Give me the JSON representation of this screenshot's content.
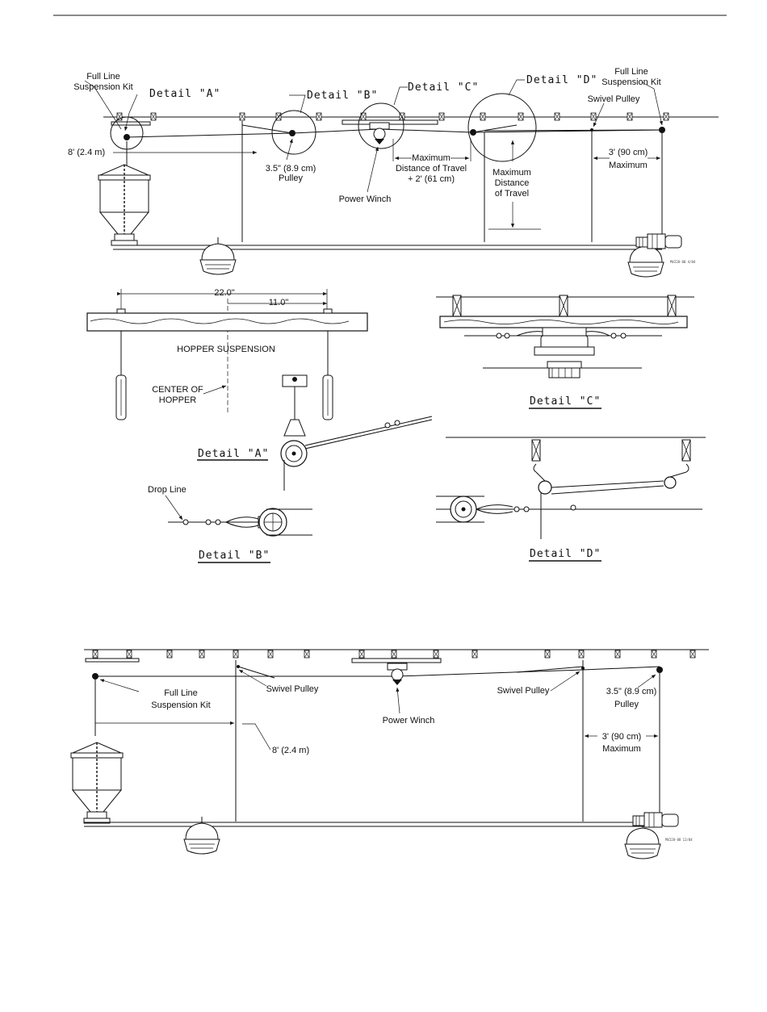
{
  "top_diagram": {
    "detail_a": "Detail \"A\"",
    "detail_b": "Detail \"B\"",
    "detail_c": "Detail \"C\"",
    "detail_d": "Detail \"D\"",
    "full_line_kit_left": [
      "Full Line",
      "Suspension Kit"
    ],
    "full_line_kit_right": [
      "Full Line",
      "Suspension Kit"
    ],
    "swivel_pulley": "Swivel Pulley",
    "dim_8ft": "8' (2.4 m)",
    "pulley_35": [
      "3.5\" (8.9 cm)",
      "Pulley"
    ],
    "power_winch": "Power Winch",
    "max_travel_plus": [
      "Maximum",
      "Distance of Travel",
      "+ 2' (61 cm)"
    ],
    "max_travel": [
      "Maximum",
      "Distance",
      "of Travel"
    ],
    "dim_3ft": [
      "3' (90 cm)",
      "Maximum"
    ],
    "stamp": "MV228-88 4/04"
  },
  "detail_a_view": {
    "dim_22": "22.0\"",
    "dim_11": "11.0\"",
    "hopper_suspension": "HOPPER SUSPENSION",
    "center_of_hopper": [
      "CENTER OF",
      "HOPPER"
    ],
    "title": "Detail \"A\""
  },
  "detail_b_view": {
    "drop_line": "Drop Line",
    "title": "Detail \"B\""
  },
  "detail_c_view": {
    "title": "Detail \"C\""
  },
  "detail_d_view": {
    "title": "Detail \"D\""
  },
  "bottom_diagram": {
    "full_line_kit": [
      "Full Line",
      "Suspension Kit"
    ],
    "swivel_pulley_left": "Swivel Pulley",
    "swivel_pulley_right": "Swivel Pulley",
    "pulley_35": [
      "3.5\" (8.9 cm)",
      "Pulley"
    ],
    "power_winch": "Power Winch",
    "dim_8ft": "8' (2.4 m)",
    "dim_3ft": [
      "3' (90 cm)",
      "Maximum"
    ],
    "stamp": "MV228-88 12/04"
  }
}
